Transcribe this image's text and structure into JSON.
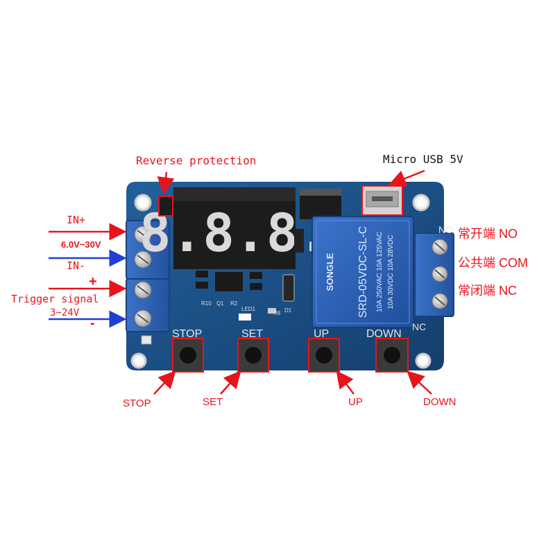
{
  "annotations": {
    "reverse_protection": "Reverse protection",
    "micro_usb": "Micro USB 5V",
    "in_plus": "IN+",
    "voltage_range": "6.0V~30V",
    "in_minus": "IN-",
    "plus_sign": "+",
    "trigger_signal": "Trigger signal",
    "trigger_range": "3~24V",
    "minus_sign": "-",
    "relay_no": "常开端 NO",
    "relay_com": "公共端 COM",
    "relay_nc": "常闭端 NC",
    "btn_stop": "STOP",
    "btn_set": "SET",
    "btn_up": "UP",
    "btn_down": "DOWN"
  },
  "board": {
    "display_digits": "8.8.8.",
    "silk_stop": "STOP",
    "silk_set": "SET",
    "silk_up": "UP",
    "silk_down": "DOWN",
    "silk_nc": "NC",
    "silk_no": "NO",
    "silk_r10": "R10",
    "silk_q1": "Q1",
    "silk_r2": "R2",
    "silk_led1": "LED1",
    "silk_r8": "R8",
    "silk_d1": "D1",
    "relay_brand": "SONGLE",
    "relay_model": "SRD-05VDC-SL-C",
    "relay_rating_1": "10A 250VAC  10A 125VAC",
    "relay_rating_2": "10A 30VDC  10A 28VDC"
  },
  "colors": {
    "annotation_red": "#e8141c",
    "arrow_blue": "#1f3fd6",
    "pcb_blue": "#1b4f86",
    "relay_blue": "#2a5fb8",
    "terminal_blue": "#2f62b8"
  }
}
